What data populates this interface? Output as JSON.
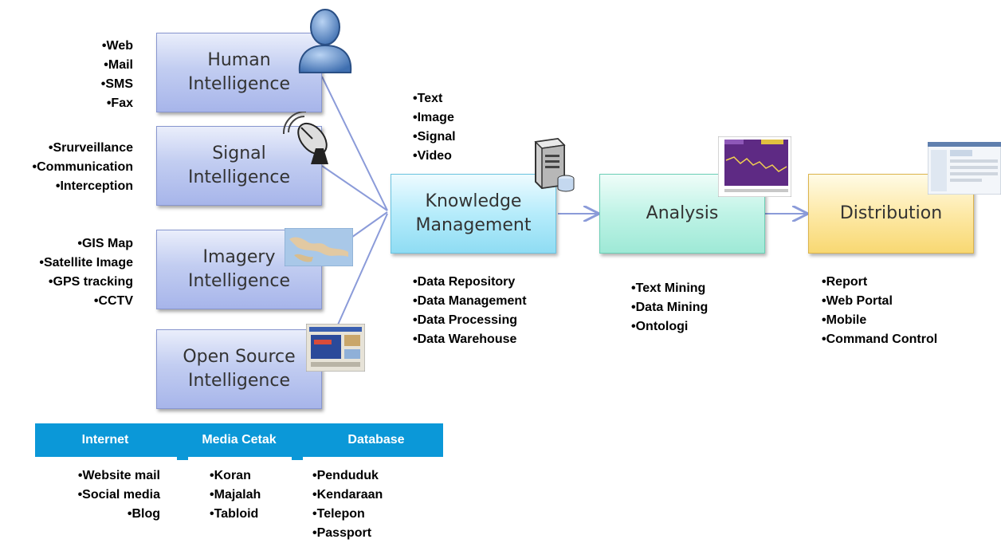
{
  "sources": [
    {
      "key": "human",
      "line1": "Human",
      "line2": "Intelligence",
      "items": [
        "Web",
        "Mail",
        "SMS",
        "Fax"
      ]
    },
    {
      "key": "signal",
      "line1": "Signal",
      "line2": "Intelligence",
      "items": [
        "Srurveillance",
        "Communication",
        "Interception"
      ]
    },
    {
      "key": "imagery",
      "line1": "Imagery",
      "line2": "Intelligence",
      "items": [
        "GIS Map",
        "Satellite Image",
        "GPS tracking",
        "CCTV"
      ]
    },
    {
      "key": "osint",
      "line1": "Open Source",
      "line2": "Intelligence"
    }
  ],
  "media_types": [
    "Text",
    "Image",
    "Signal",
    "Video"
  ],
  "stages": [
    {
      "key": "knowledge",
      "line1": "Knowledge",
      "line2": "Management",
      "items": [
        "Data Repository",
        "Data Management",
        "Data Processing",
        "Data Warehouse"
      ]
    },
    {
      "key": "analysis",
      "line1": "Analysis",
      "items": [
        "Text Mining",
        "Data Mining",
        "Ontologi"
      ]
    },
    {
      "key": "distribution",
      "line1": "Distribution",
      "items": [
        "Report",
        "Web Portal",
        "Mobile",
        "Command Control"
      ]
    }
  ],
  "open_source_categories": [
    {
      "label": "Internet",
      "items": [
        "Website mail",
        "Social media",
        "Blog"
      ]
    },
    {
      "label": "Media Cetak",
      "items": [
        "Koran",
        "Majalah",
        "Tabloid"
      ]
    },
    {
      "label": "Database",
      "items": [
        "Penduduk",
        "Kendaraan",
        "Telepon",
        "Passport"
      ]
    }
  ],
  "colors": {
    "intel_box": "#b8c4ee",
    "knowledge_box": "#a9e6f8",
    "analysis_box": "#b3f0e1",
    "distribution_box": "#fbe39a",
    "category_bar": "#0b98d8",
    "connector": "#8b9bd9"
  },
  "icons": [
    "person-icon",
    "satellite-dish-icon",
    "map-thumbnail-icon",
    "website-thumbnail-icon",
    "server-icon",
    "chart-thumbnail-icon",
    "portal-thumbnail-icon"
  ]
}
